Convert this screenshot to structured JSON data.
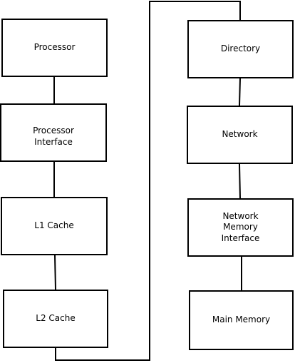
{
  "diagram": {
    "nodes": [
      {
        "id": "processor",
        "label": "Processor"
      },
      {
        "id": "processor_interface",
        "label": "Processor\nInterface"
      },
      {
        "id": "l1_cache",
        "label": "L1 Cache"
      },
      {
        "id": "l2_cache",
        "label": "L2 Cache"
      },
      {
        "id": "directory",
        "label": "Directory"
      },
      {
        "id": "network",
        "label": "Network"
      },
      {
        "id": "network_memory_interface",
        "label": "Network\nMemory\nInterface"
      },
      {
        "id": "main_memory",
        "label": "Main Memory"
      }
    ],
    "edges": [
      {
        "from": "processor",
        "to": "processor_interface"
      },
      {
        "from": "processor_interface",
        "to": "l1_cache"
      },
      {
        "from": "l1_cache",
        "to": "l2_cache"
      },
      {
        "from": "l2_cache",
        "to": "directory"
      },
      {
        "from": "directory",
        "to": "network"
      },
      {
        "from": "network",
        "to": "network_memory_interface"
      },
      {
        "from": "network_memory_interface",
        "to": "main_memory"
      }
    ],
    "colors": {
      "stroke": "#000000",
      "fill": "#ffffff",
      "text": "#000000"
    }
  }
}
